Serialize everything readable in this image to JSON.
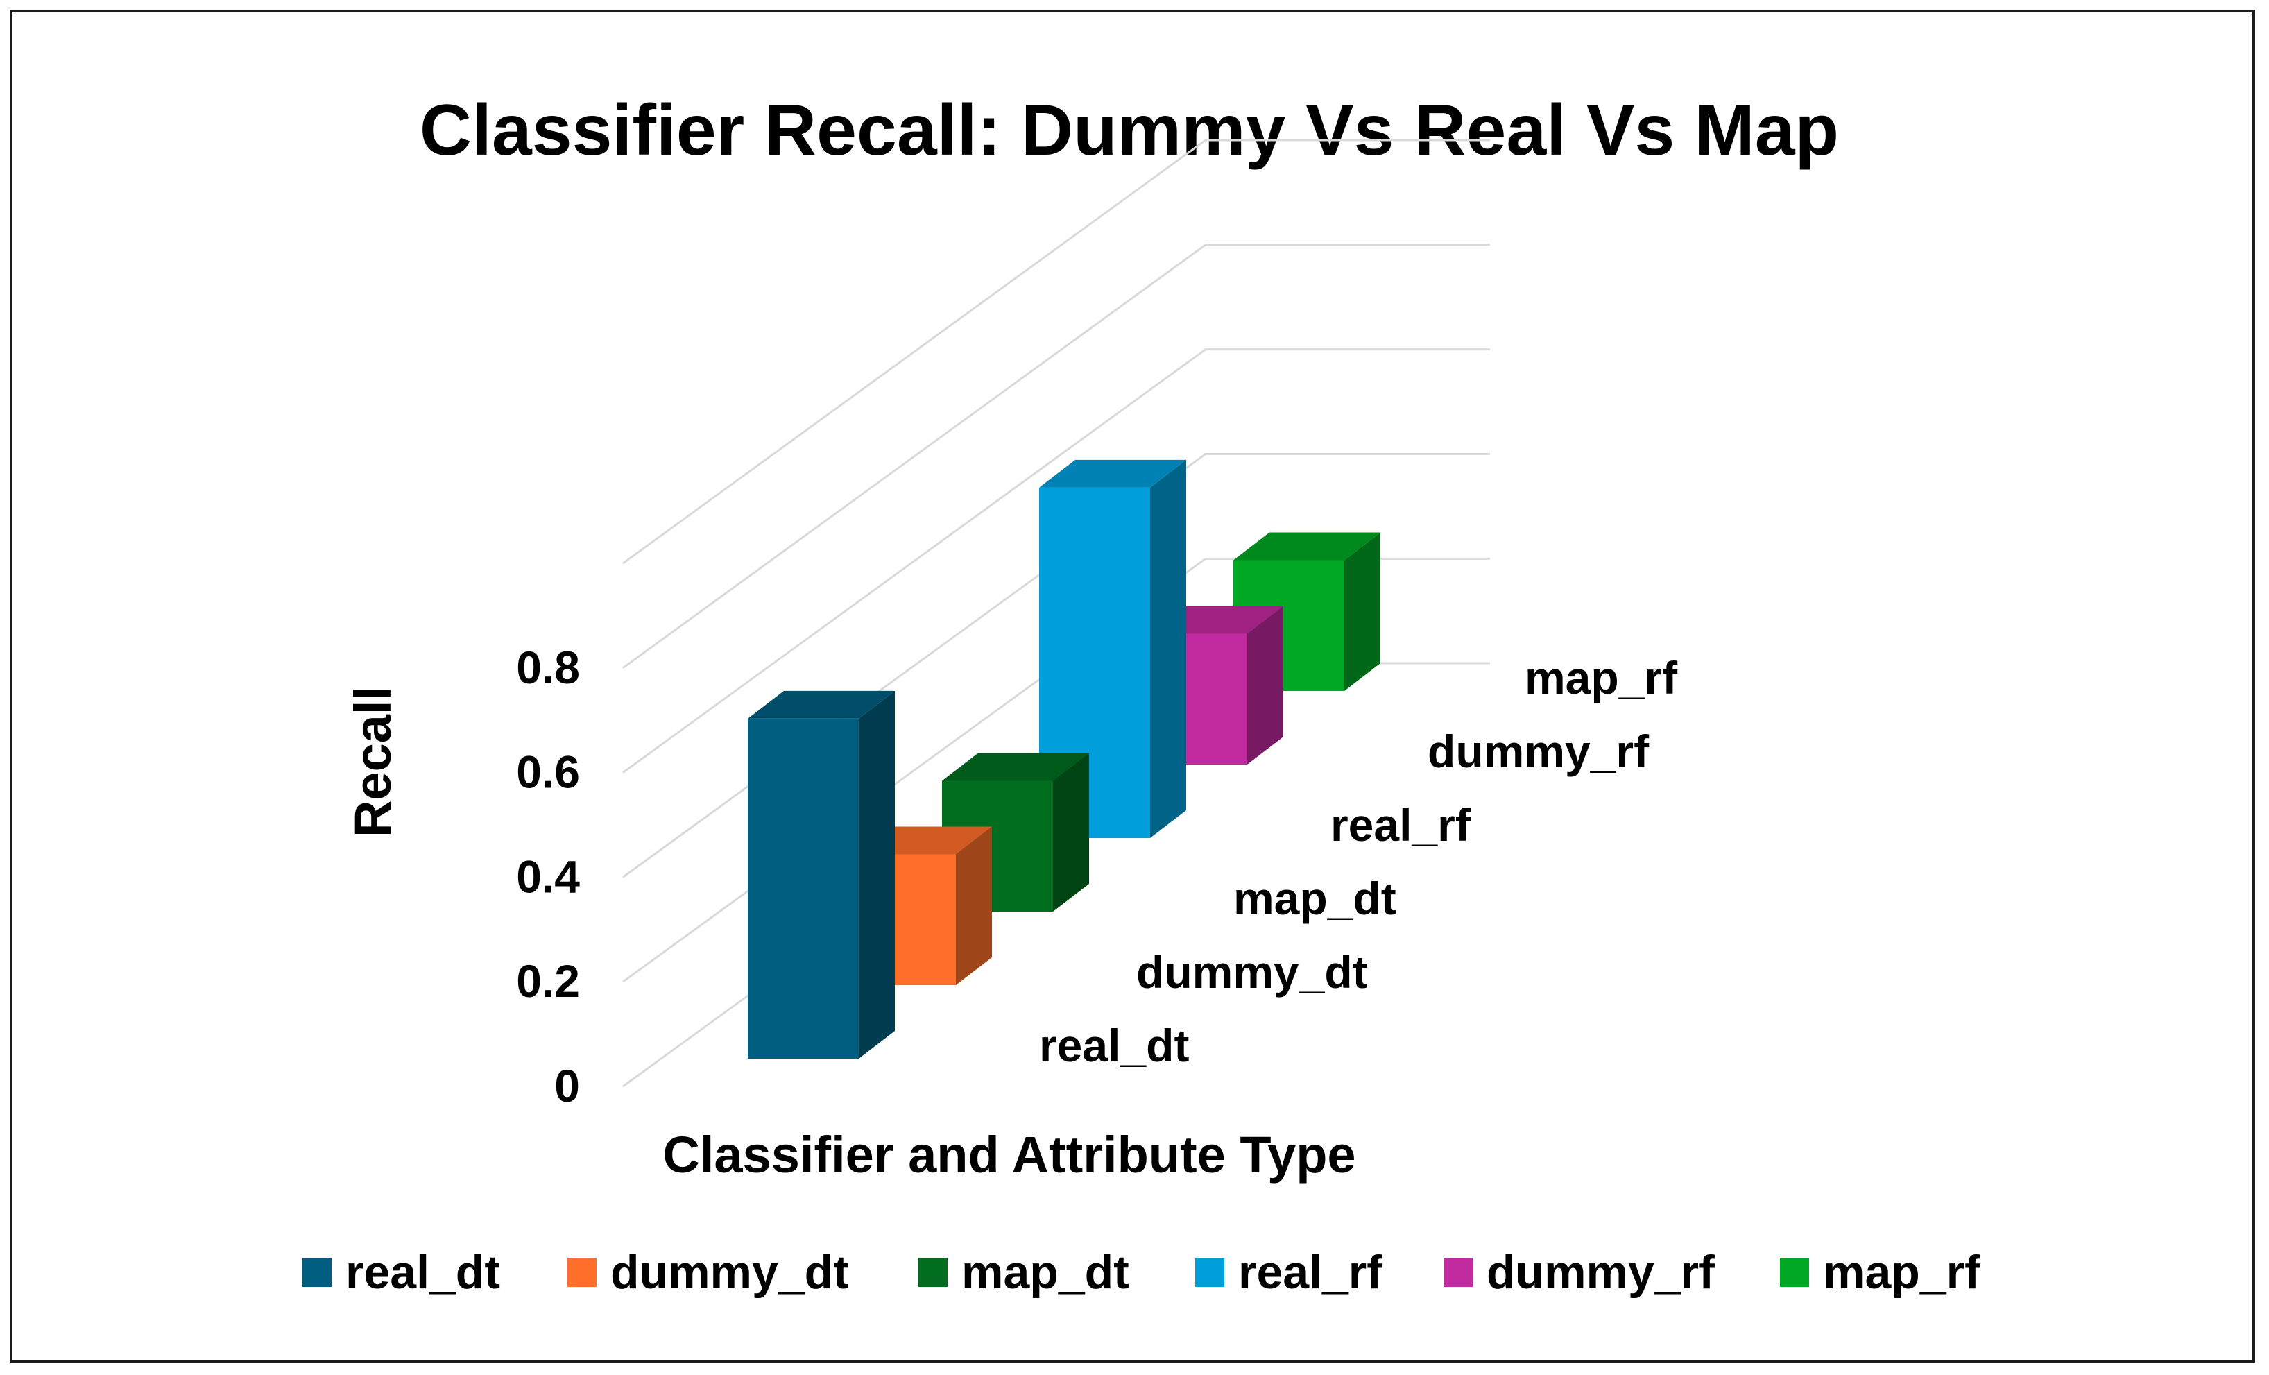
{
  "chart_data": {
    "type": "bar",
    "variant": "3d-column",
    "title": "Classifier Recall: Dummy Vs Real Vs Map",
    "xlabel": "Classifier and Attribute Type",
    "ylabel": "Recall",
    "ylim": [
      0,
      1
    ],
    "yticks": [
      "0",
      "0.2",
      "0.4",
      "0.6",
      "0.8"
    ],
    "grid": true,
    "legend_position": "bottom",
    "categories": [
      "real_dt",
      "dummy_dt",
      "map_dt",
      "real_rf",
      "dummy_rf",
      "map_rf"
    ],
    "series": [
      {
        "name": "real_dt",
        "value": 0.65,
        "color": "#005f80"
      },
      {
        "name": "dummy_dt",
        "value": 0.25,
        "color": "#ff6f2a"
      },
      {
        "name": "map_dt",
        "value": 0.25,
        "color": "#006e1e"
      },
      {
        "name": "real_rf",
        "value": 0.67,
        "color": "#009fdc"
      },
      {
        "name": "dummy_rf",
        "value": 0.25,
        "color": "#c22aa0"
      },
      {
        "name": "map_rf",
        "value": 0.25,
        "color": "#00a824"
      }
    ]
  }
}
